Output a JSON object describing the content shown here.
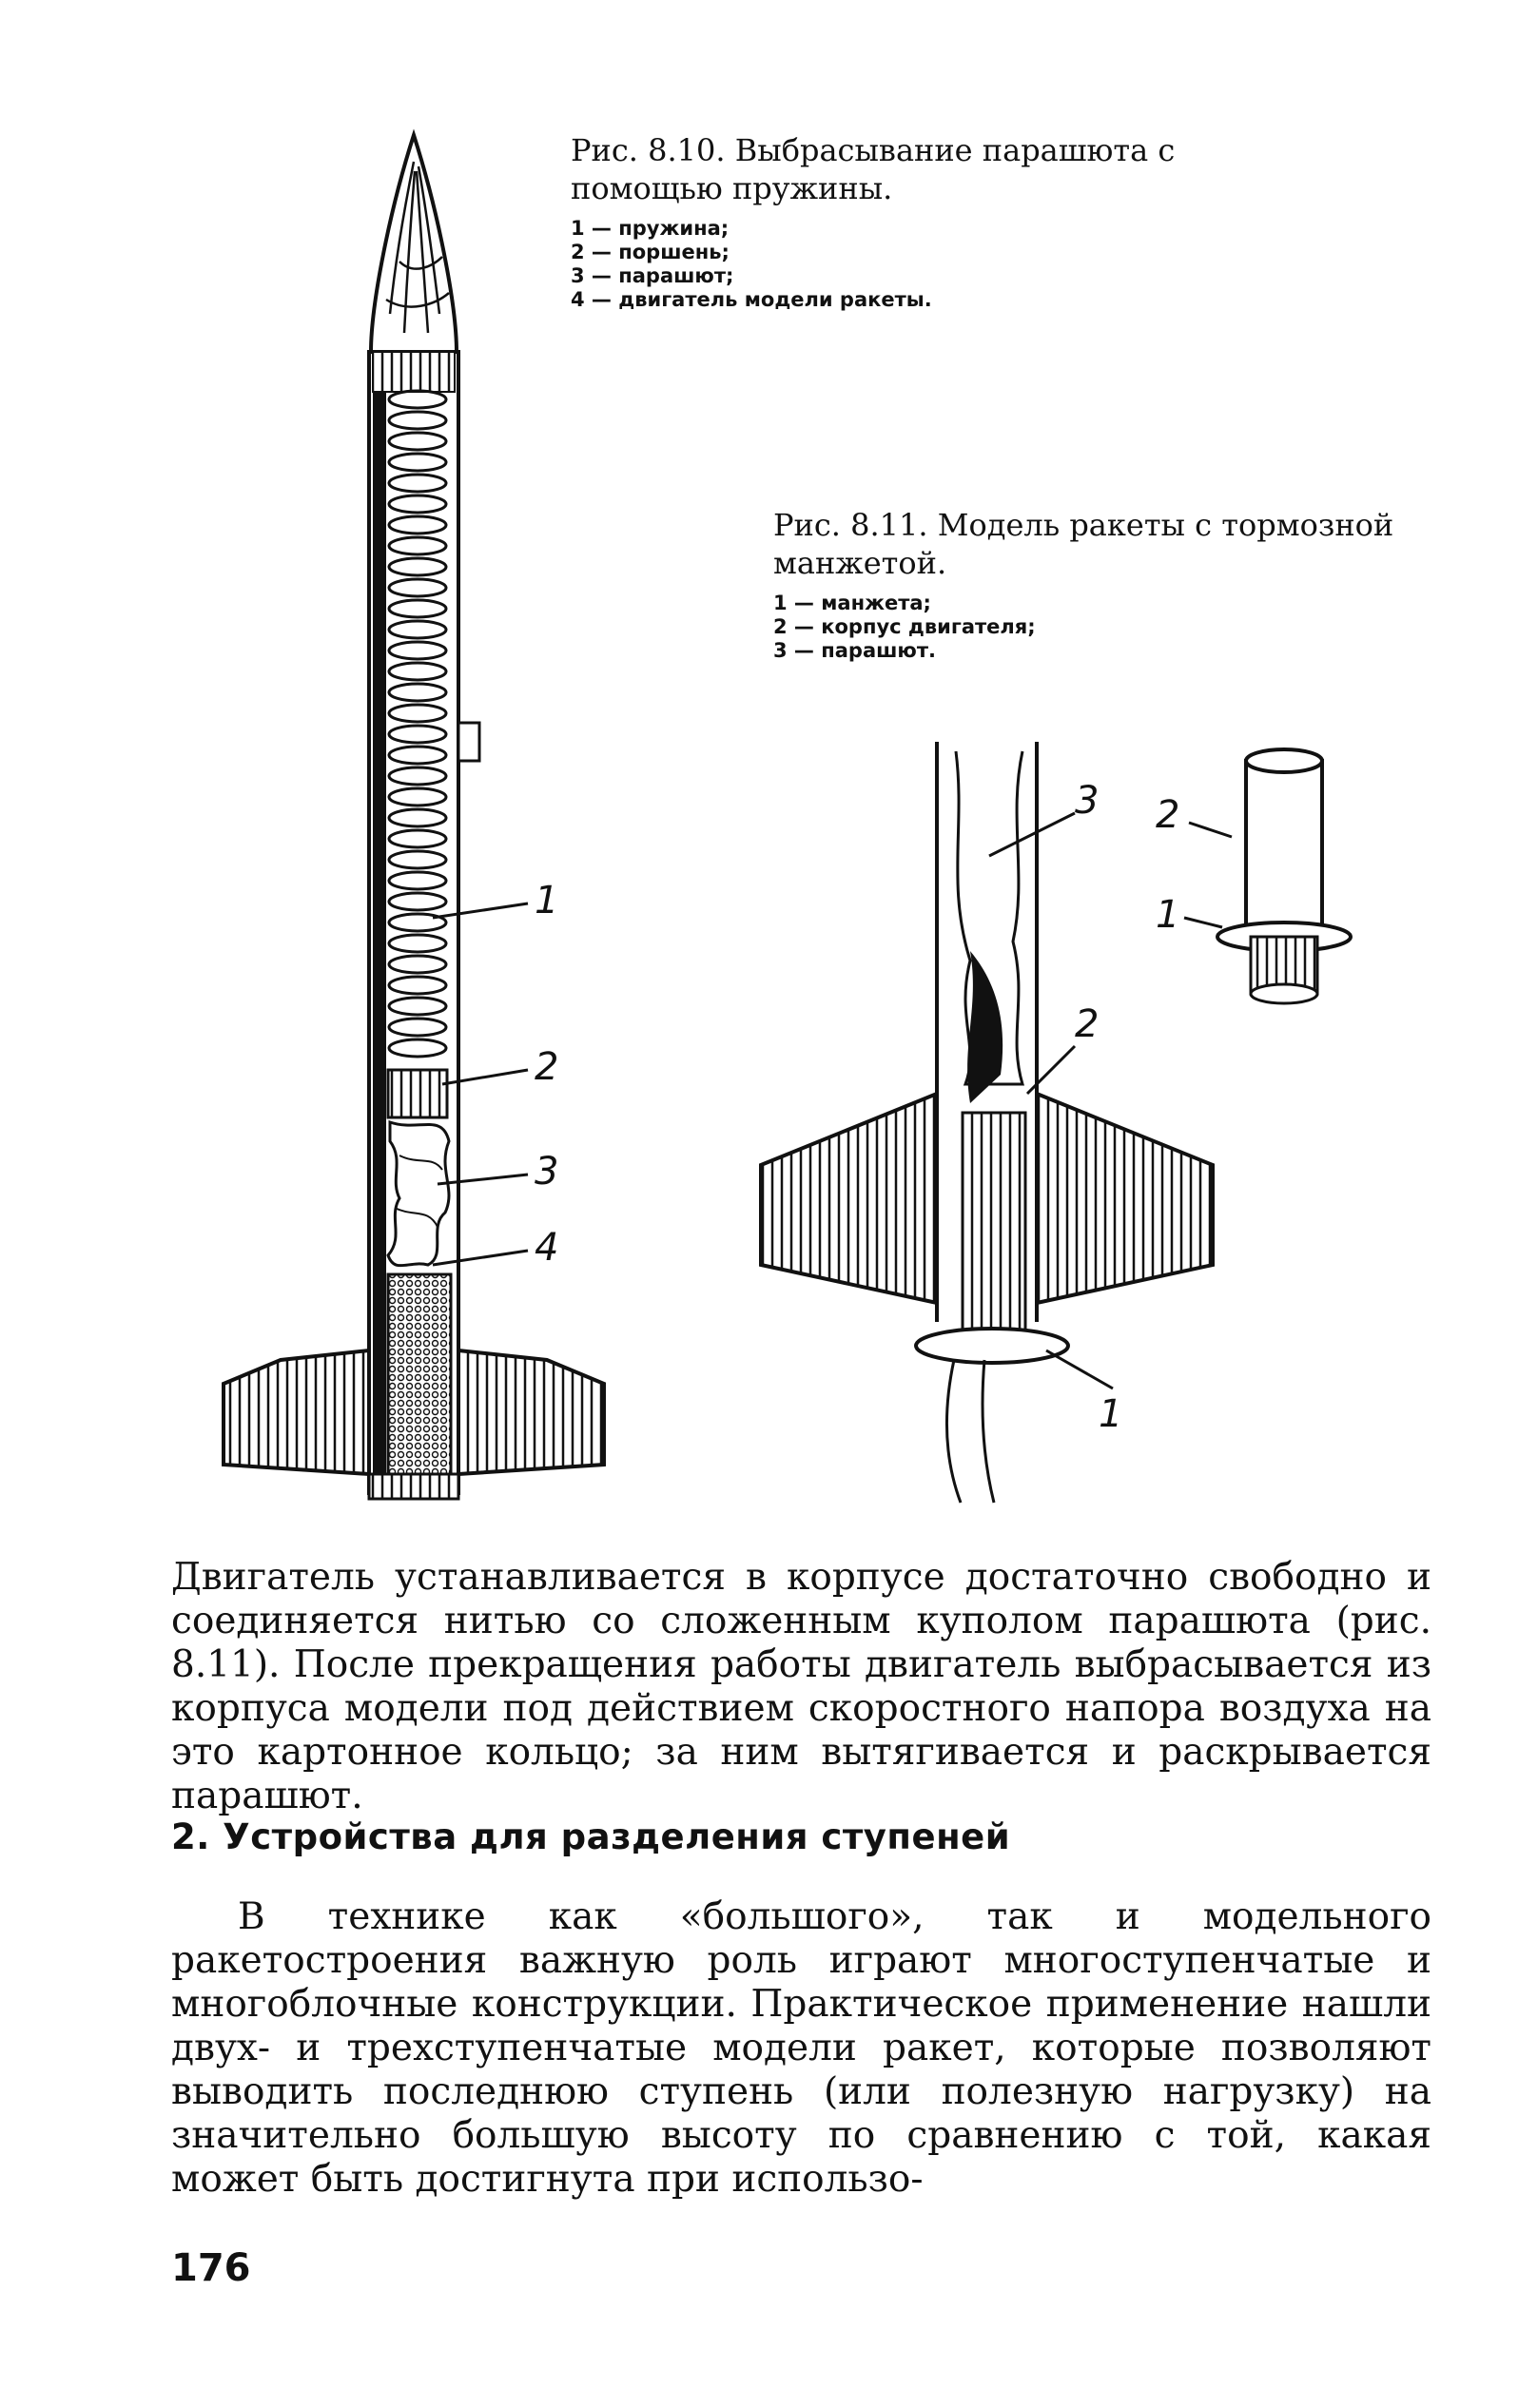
{
  "figure_8_10": {
    "title": "Рис. 8.10. Выбрасывание парашюта с помощью пружины.",
    "legend": [
      "1 — пружина;",
      "2 — поршень;",
      "3 — парашют;",
      "4 — двигатель модели ракеты."
    ],
    "callouts": [
      "1",
      "2",
      "3",
      "4"
    ]
  },
  "figure_8_11": {
    "title": "Рис. 8.11. Модель ракеты с тормозной манжетой.",
    "legend": [
      "1 — манжета;",
      "2 — корпус двигателя;",
      "3 — парашют."
    ],
    "callouts": [
      "3",
      "2",
      "2",
      "1",
      "1"
    ]
  },
  "paragraph_1": "Двигатель устанавливается в корпусе достаточно свободно и соединяется нитью со сложенным куполом парашюта (рис. 8.11). После прекращения работы двигатель выбрасывается из корпуса модели под действием скоростного напора воздуха на это картонное кольцо; за ним вытягивается и раскрывается парашют.",
  "section_heading": "2. Устройства для разделения ступеней",
  "paragraph_2": "В технике как «большого», так и модельного ракетостроения важную роль играют многоступенчатые и многоблочные конструкции. Практическое применение нашли двух- и трехступенчатые модели ракет, которые позволяют выводить последнюю ступень (или полезную нагрузку) на значительно большую высоту по сравнению с той, какая может быть достигнута при использо-",
  "page_number": "176"
}
